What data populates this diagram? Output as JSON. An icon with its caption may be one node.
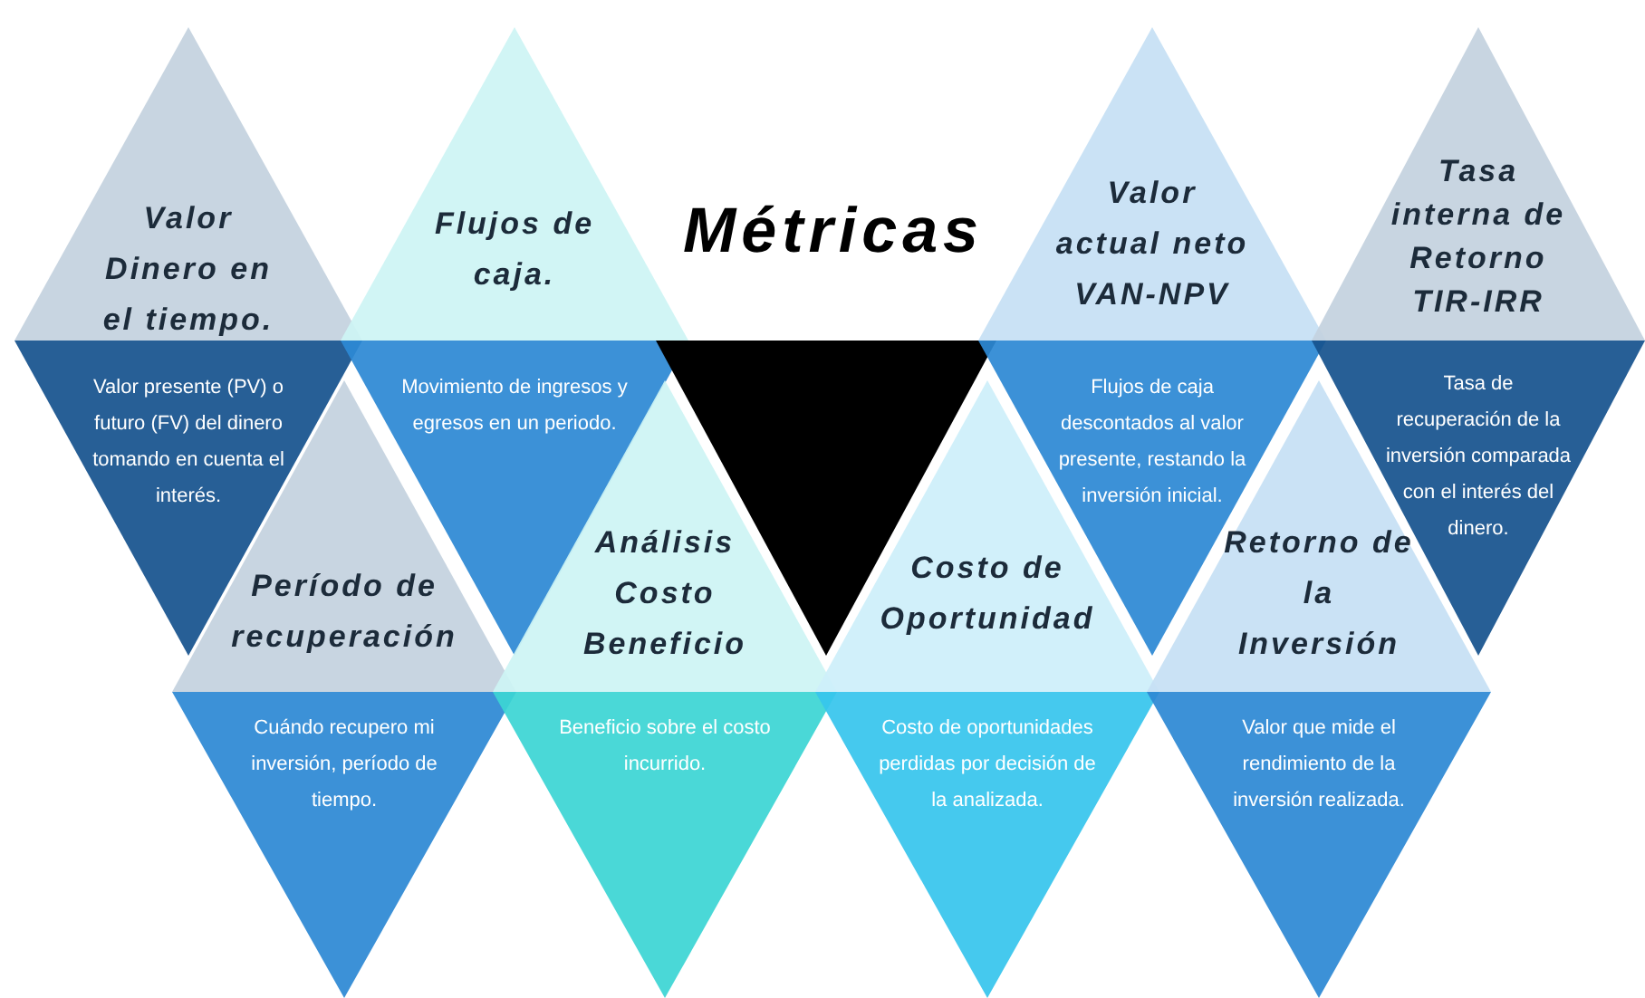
{
  "diagram": {
    "title": "Métricas",
    "nodes": [
      {
        "text": [
          "Valor Dinero en el tiempo."
        ]
      },
      {
        "text": [
          "Flujos de caja."
        ]
      },
      {
        "text": [
          "Valor actual neto VAN-NPV"
        ]
      },
      {
        "text": [
          "Tasa interna de Retorno TIR-IRR"
        ]
      },
      {
        "text": [
          "Valor presente (PV) o futuro (FV) del dinero tomando en cuenta el interés."
        ]
      },
      {
        "text": [
          "Movimiento de ingresos y egresos en un periodo."
        ]
      },
      {
        "text": [],
        "shape": "triangle"
      },
      {
        "text": [
          "Flujos de caja descontados al valor presente, restando la inversión inicial."
        ]
      },
      {
        "text": [
          "Tasa de recuperación de la inversión comparada con el interés del dinero."
        ]
      },
      {
        "text": [
          "Período de recuperación"
        ]
      },
      {
        "text": [
          "Análisis Costo Beneficio"
        ]
      },
      {
        "text": [
          "Costo de Oportunidad"
        ]
      },
      {
        "text": [
          "Retorno de la Inversión"
        ]
      },
      {
        "text": [
          "Cuándo recupero mi inversión, período de tiempo."
        ]
      },
      {
        "text": [
          "Beneficio sobre el costo incurrido."
        ]
      },
      {
        "text": [
          "Costo de oportunidades perdidas por decisión de la analizada."
        ]
      },
      {
        "text": [
          "Valor que mide el rendimiento de la inversión realizada."
        ]
      }
    ],
    "edges": []
  }
}
